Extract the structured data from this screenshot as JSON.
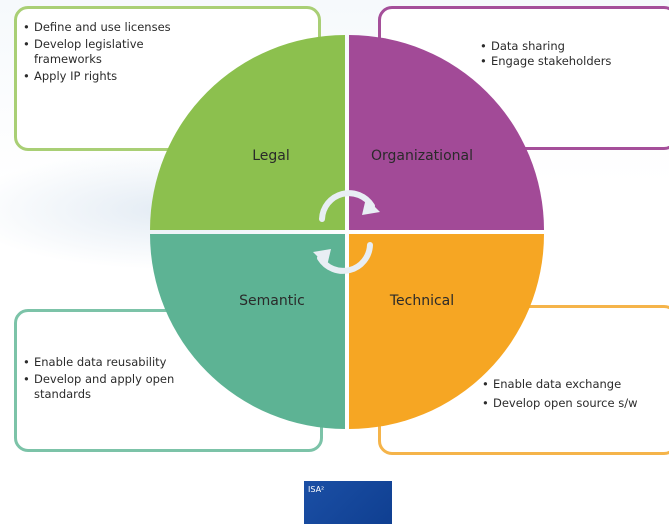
{
  "diagram": {
    "quadrants": [
      {
        "id": "legal",
        "label": "Legal",
        "color": "#8cc04e"
      },
      {
        "id": "organizational",
        "label": "Organizational",
        "color": "#a24a97"
      },
      {
        "id": "semantic",
        "label": "Semantic",
        "color": "#5db394"
      },
      {
        "id": "technical",
        "label": "Technical",
        "color": "#f6a623"
      }
    ],
    "boxes": {
      "legal": {
        "border_color": "#a9cf75",
        "items": [
          "Define and use licenses",
          "Develop legislative frameworks",
          "Apply IP rights"
        ]
      },
      "organizational": {
        "border_color": "#a54f9a",
        "items": [
          "Data sharing",
          "Engage stakeholders"
        ]
      },
      "semantic": {
        "border_color": "#7cc3a8",
        "items": [
          "Enable data reusability",
          "Develop and apply open standards"
        ]
      },
      "technical": {
        "border_color": "#f5b44a",
        "items": [
          "Enable data exchange",
          "Develop open source s/w"
        ]
      }
    },
    "center_icon": "cycle-arrows-icon"
  },
  "logo": {
    "text": "ISA²",
    "color": "#1b4fa5"
  }
}
